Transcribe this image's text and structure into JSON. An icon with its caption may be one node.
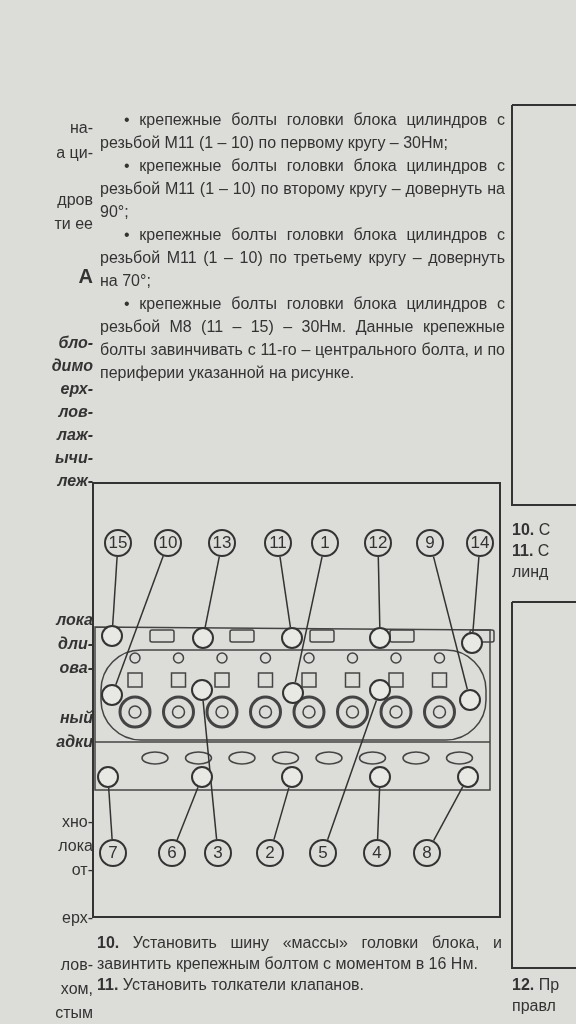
{
  "diagram": {
    "nodes": [
      {
        "text": [
          "15"
        ]
      },
      {
        "text": [
          "10"
        ]
      },
      {
        "text": [
          "13"
        ]
      },
      {
        "text": [
          "11"
        ]
      },
      {
        "text": [
          "1"
        ]
      },
      {
        "text": [
          "12"
        ]
      },
      {
        "text": [
          "9"
        ]
      },
      {
        "text": [
          "14"
        ]
      },
      {
        "text": [
          "7"
        ]
      },
      {
        "text": [
          "6"
        ]
      },
      {
        "text": [
          "3"
        ]
      },
      {
        "text": [
          "2"
        ]
      },
      {
        "text": [
          "5"
        ]
      },
      {
        "text": [
          "4"
        ]
      },
      {
        "text": [
          "8"
        ]
      },
      {
        "text": [],
        "shape": "circle"
      },
      {
        "text": [],
        "shape": "circle"
      },
      {
        "text": [],
        "shape": "circle"
      },
      {
        "text": [],
        "shape": "circle"
      },
      {
        "text": [],
        "shape": "circle"
      },
      {
        "text": [],
        "shape": "circle"
      },
      {
        "text": [],
        "shape": "circle"
      },
      {
        "text": [],
        "shape": "circle"
      },
      {
        "text": [],
        "shape": "circle"
      },
      {
        "text": [],
        "shape": "circle"
      },
      {
        "text": [],
        "shape": "circle"
      },
      {
        "text": [],
        "shape": "circle"
      },
      {
        "text": [],
        "shape": "circle"
      },
      {
        "text": [],
        "shape": "circle"
      },
      {
        "text": [],
        "shape": "circle"
      }
    ],
    "edges": [
      {
        "from": 0,
        "to": 15,
        "arrow": "none"
      },
      {
        "from": 1,
        "to": 20,
        "arrow": "none"
      },
      {
        "from": 2,
        "to": 16,
        "arrow": "none"
      },
      {
        "from": 3,
        "to": 17,
        "arrow": "none"
      },
      {
        "from": 4,
        "to": 22,
        "arrow": "none"
      },
      {
        "from": 5,
        "to": 18,
        "arrow": "none"
      },
      {
        "from": 6,
        "to": 24,
        "arrow": "none"
      },
      {
        "from": 7,
        "to": 19,
        "arrow": "none"
      },
      {
        "from": 8,
        "to": 25,
        "arrow": "none"
      },
      {
        "from": 9,
        "to": 26,
        "arrow": "none"
      },
      {
        "from": 10,
        "to": 21,
        "arrow": "none"
      },
      {
        "from": 11,
        "to": 27,
        "arrow": "none"
      },
      {
        "from": 12,
        "to": 23,
        "arrow": "none"
      },
      {
        "from": 13,
        "to": 28,
        "arrow": "none"
      },
      {
        "from": 14,
        "to": 29,
        "arrow": "none"
      }
    ],
    "labels": [
      "• крепежные болты головки блока цилиндров с резьбой М11 (1 – 10) по первому кругу – 30Нм;",
      "• крепежные болты головки блока цилиндров с резьбой М11 (1 – 10) по второму кругу – довернуть на 90°;",
      "• крепежные болты головки блока цилиндров с резьбой М11 (1 – 10) по третьему кругу – довернуть на 70°;",
      "• крепежные болты головки блока цилиндров с резьбой М8 (11 – 15) – 30Нм. Данные крепежные болты завинчивать с 11-го – центрального болта, и по периферии указанной на рисунке.",
      "**10.** Установить шину «массы» головки блока, и завинтить крепежным болтом с моментом в 16 Нм.",
      "**11.** Установить толкатели клапанов.",
      "на-",
      "а ци-",
      "дров",
      "ти ее",
      "А",
      "бло-",
      "димо",
      "ерх-",
      "лов-",
      "лаж-",
      "ычи-",
      "леж-",
      "лока",
      "дли-",
      "ова-",
      "ный",
      "адки",
      "хно-",
      "лока",
      "от-",
      "ерх-",
      "лов-",
      "хом,",
      "стым",
      "**10.** С",
      "**11.** С",
      "линд",
      "**12.** Пр",
      "правл"
    ]
  }
}
